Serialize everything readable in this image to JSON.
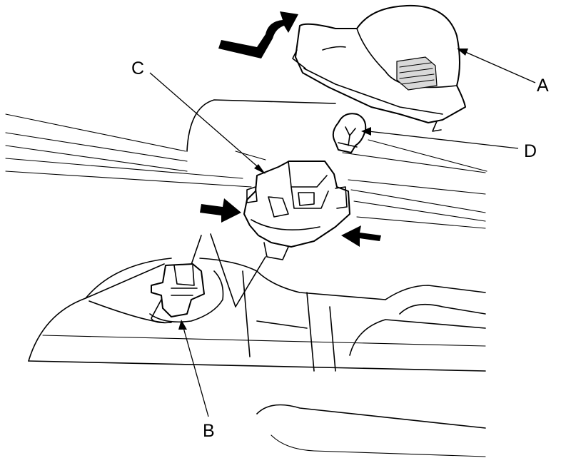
{
  "callouts": {
    "a": "A",
    "b": "B",
    "c": "C",
    "d": "D"
  },
  "colors": {
    "ink": "#000000",
    "paper": "#ffffff",
    "shade": "#d9d9d9"
  }
}
